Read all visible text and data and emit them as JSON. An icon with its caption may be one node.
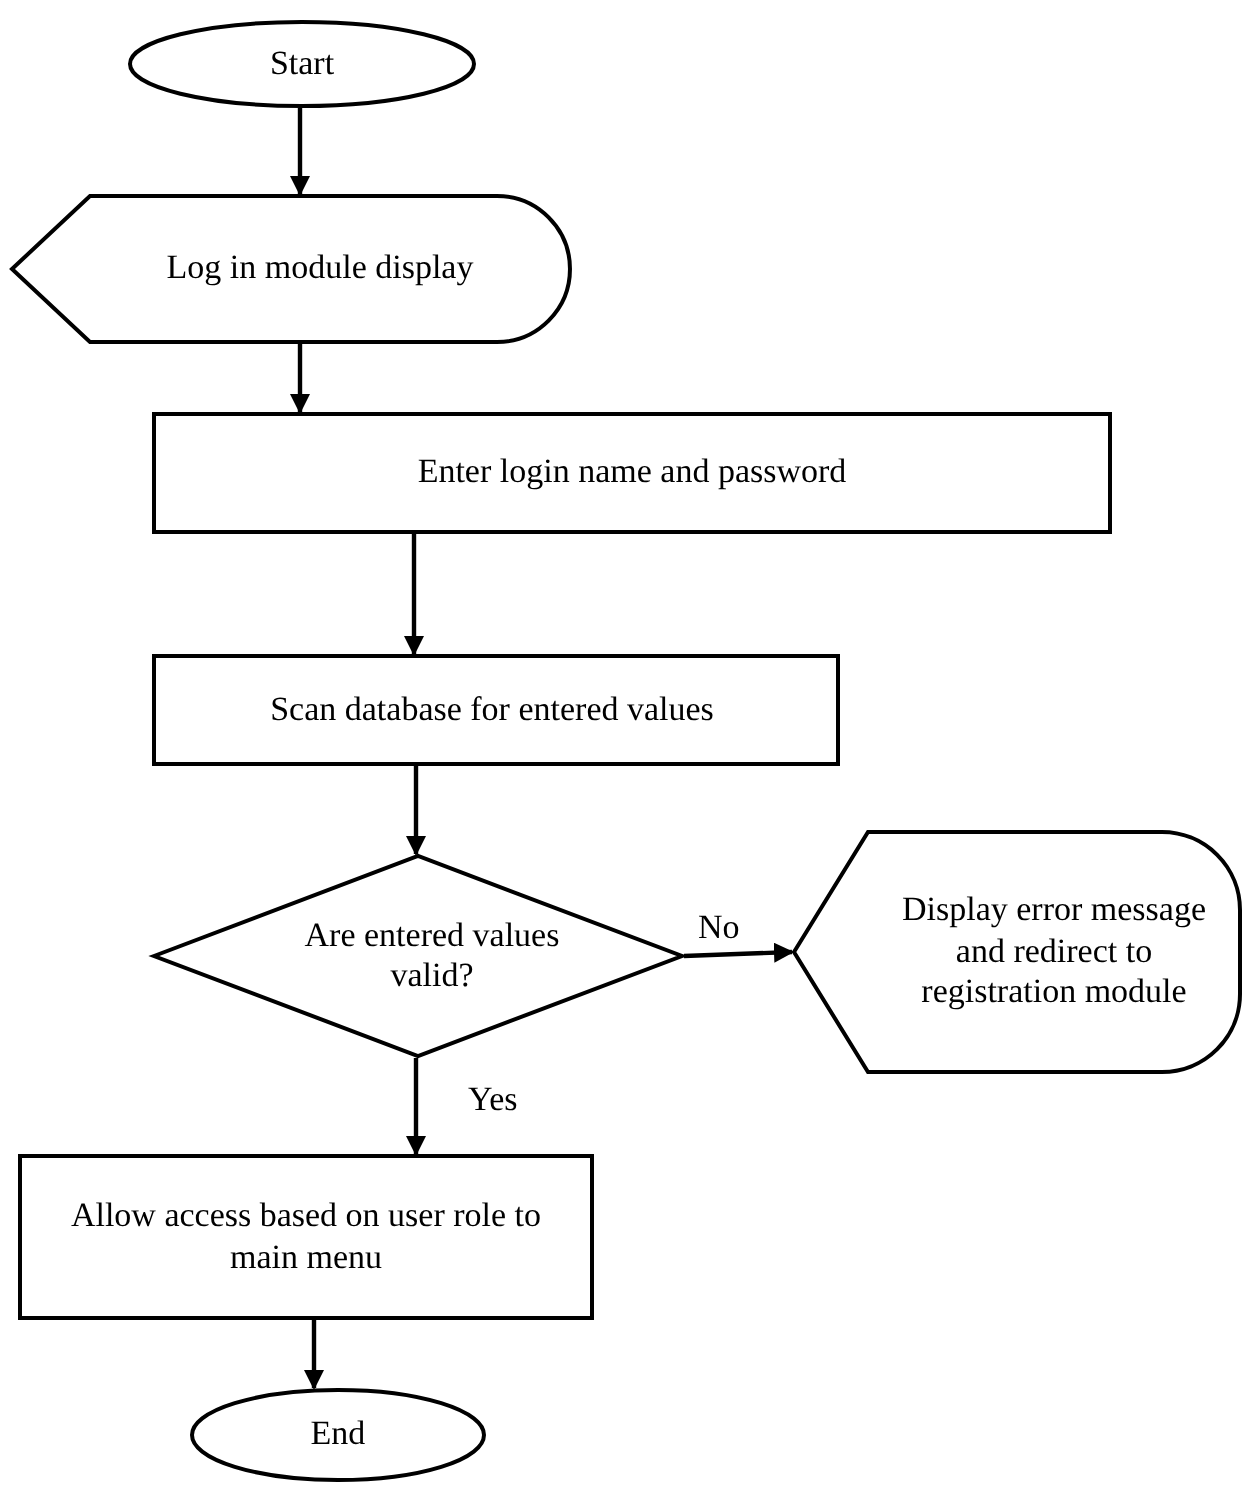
{
  "diagram": {
    "nodes": [
      {
        "text": [
          "Start"
        ]
      },
      {
        "text": [
          "Log in module display"
        ]
      },
      {
        "text": [
          "Enter login name and password"
        ]
      },
      {
        "text": [
          "Scan database for entered values"
        ]
      },
      {
        "text": [
          "Are entered values valid?"
        ]
      },
      {
        "text": [
          "Display error message and redirect to registration module"
        ]
      },
      {
        "text": [
          "Allow access based on user role to main menu"
        ]
      },
      {
        "text": [
          "End"
        ]
      }
    ],
    "edges": [
      {
        "from": 0,
        "to": 1,
        "arrow": "to"
      },
      {
        "from": 1,
        "to": 2,
        "arrow": "to"
      },
      {
        "from": 2,
        "to": 3,
        "arrow": "to"
      },
      {
        "from": 3,
        "to": 4,
        "arrow": "to"
      },
      {
        "from": 4,
        "to": 5,
        "arrow": "to",
        "label": "No"
      },
      {
        "from": 4,
        "to": 6,
        "arrow": "to",
        "label": "Yes"
      },
      {
        "from": 6,
        "to": 7,
        "arrow": "to"
      }
    ]
  }
}
